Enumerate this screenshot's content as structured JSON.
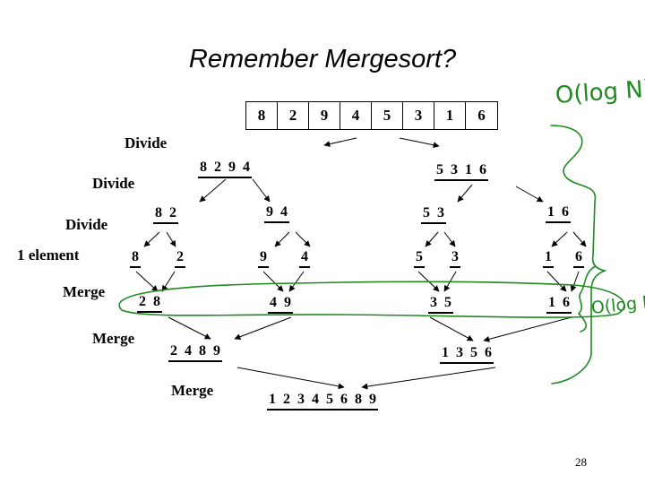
{
  "title": "Remember Mergesort?",
  "input_array": [
    "8",
    "2",
    "9",
    "4",
    "5",
    "3",
    "1",
    "6"
  ],
  "stage_labels": {
    "divide_1": "Divide",
    "divide_2": "Divide",
    "divide_3": "Divide",
    "one_element": "1 element",
    "merge_1": "Merge",
    "merge_2": "Merge",
    "merge_3": "Merge"
  },
  "groups": {
    "l1_left": "8  2  9  4",
    "l1_right": "5  3  1  6",
    "l2_a": "8  2",
    "l2_b": "9  4",
    "l2_c": "5  3",
    "l2_d": "1  6",
    "l3_8": "8",
    "l3_2": "2",
    "l3_9": "9",
    "l3_4": "4",
    "l3_5": "5",
    "l3_3": "3",
    "l3_1": "1",
    "l3_6": "6",
    "m1_a": "2  8",
    "m1_b": "4  9",
    "m1_c": "3  5",
    "m1_d": "1  6",
    "m2_left": "2  4  8  9",
    "m2_right": "1  3  5  6",
    "final": "1  2  3  4  5  6  8  9"
  },
  "annotations": {
    "total": "O(log N)",
    "per_level": "O(log N)"
  },
  "colors": {
    "annotation": "#1f8a1f"
  },
  "slide_number": "28"
}
